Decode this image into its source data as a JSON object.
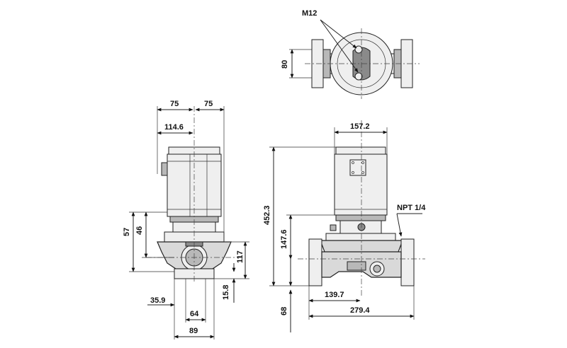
{
  "top_view": {
    "thread_label": "M12",
    "height_dim": "80"
  },
  "side_view": {
    "dims": {
      "left_half_width": "75",
      "right_half_width": "75",
      "motor_offset": "114.6",
      "upper_flange_height": "57",
      "lower_flange_height": "46",
      "port_height": "117",
      "base_offset": "15.8",
      "foot_offset": "35.9",
      "port_width_inner": "64",
      "port_width_outer": "89"
    }
  },
  "front_view": {
    "dims": {
      "motor_width": "157.2",
      "total_height": "452.3",
      "axis_height": "147.6",
      "foot_height": "68",
      "half_length": "139.7",
      "total_length": "279.4"
    },
    "connection_label": "NPT 1/4"
  }
}
